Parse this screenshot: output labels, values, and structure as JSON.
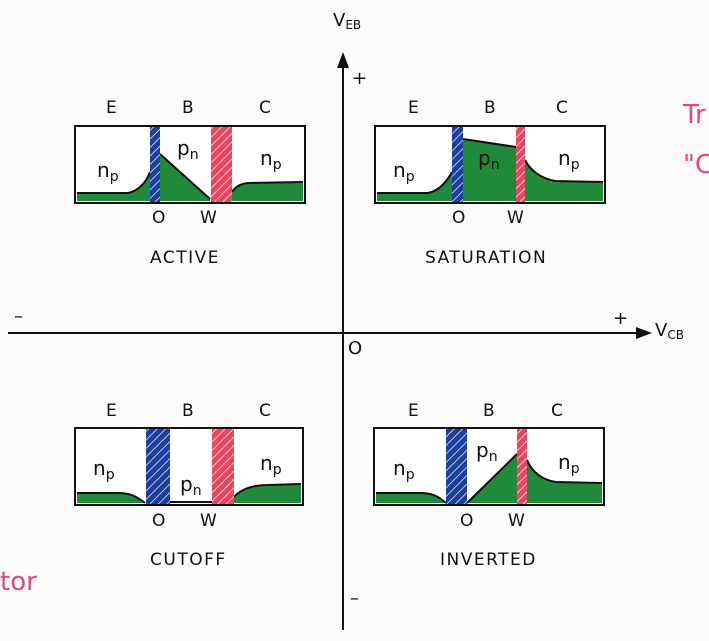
{
  "axes": {
    "y_label": "V",
    "y_sub": "EB",
    "x_label": "V",
    "x_sub": "CB",
    "origin": "O",
    "plus": "+",
    "minus": "–"
  },
  "margin_text": {
    "top_right_1": "Tr",
    "top_right_2": "\"C",
    "bottom_left": "tor"
  },
  "quadrants": {
    "active": {
      "caption": "ACTIVE",
      "e": "E",
      "b": "B",
      "c": "C",
      "left": "n",
      "left_sub": "p",
      "mid": "p",
      "mid_sub": "n",
      "right": "n",
      "right_sub": "p",
      "o": "O",
      "w": "W"
    },
    "saturation": {
      "caption": "SATURATION",
      "e": "E",
      "b": "B",
      "c": "C",
      "left": "n",
      "left_sub": "p",
      "mid": "p",
      "mid_sub": "n",
      "right": "n",
      "right_sub": "p",
      "o": "O",
      "w": "W"
    },
    "cutoff": {
      "caption": "CUTOFF",
      "e": "E",
      "b": "B",
      "c": "C",
      "left": "n",
      "left_sub": "p",
      "mid": "p",
      "mid_sub": "n",
      "right": "n",
      "right_sub": "p",
      "o": "O",
      "w": "W"
    },
    "inverted": {
      "caption": "INVERTED",
      "e": "E",
      "b": "B",
      "c": "C",
      "left": "n",
      "left_sub": "p",
      "mid": "p",
      "mid_sub": "n",
      "right": "n",
      "right_sub": "p",
      "o": "O",
      "w": "W"
    }
  },
  "colors": {
    "green": "#1e8a3a",
    "blue": "#1c3f9e",
    "red": "#e8465f",
    "pink_text": "#e8467a"
  }
}
